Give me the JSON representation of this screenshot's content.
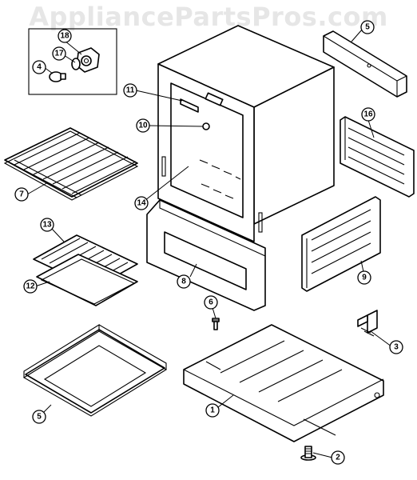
{
  "watermark": "AppliancePartsPros.com",
  "callouts": [
    {
      "id": "c18",
      "label": "18"
    },
    {
      "id": "c17",
      "label": "17"
    },
    {
      "id": "c4",
      "label": "4"
    },
    {
      "id": "c5a",
      "label": "5"
    },
    {
      "id": "c11",
      "label": "11"
    },
    {
      "id": "c10",
      "label": "10"
    },
    {
      "id": "c16",
      "label": "16"
    },
    {
      "id": "c7",
      "label": "7"
    },
    {
      "id": "c14",
      "label": "14"
    },
    {
      "id": "c13",
      "label": "13"
    },
    {
      "id": "c12",
      "label": "12"
    },
    {
      "id": "c8",
      "label": "8"
    },
    {
      "id": "c9",
      "label": "9"
    },
    {
      "id": "c6",
      "label": "6"
    },
    {
      "id": "c3",
      "label": "3"
    },
    {
      "id": "c1",
      "label": "1"
    },
    {
      "id": "c5b",
      "label": "5"
    },
    {
      "id": "c2",
      "label": "2"
    }
  ]
}
